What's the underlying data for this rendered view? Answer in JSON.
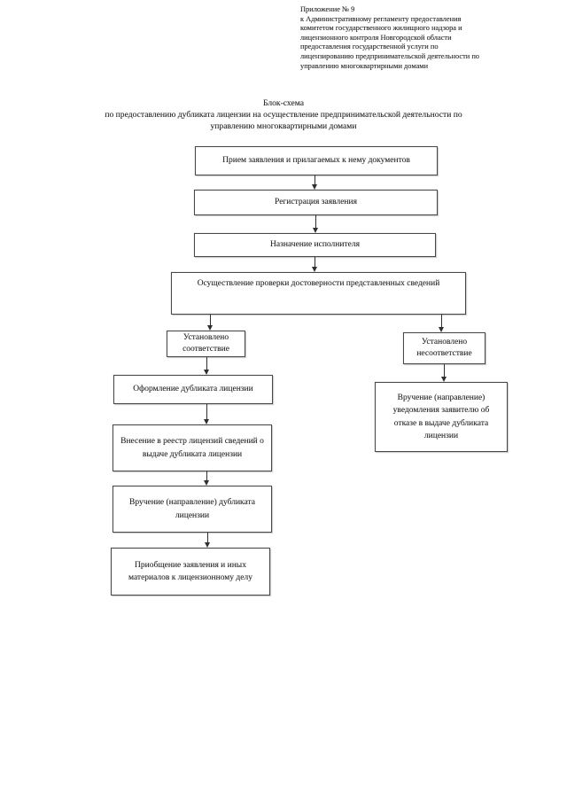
{
  "appendix": {
    "lines": [
      "Приложение № 9",
      "к Административному регламенту предоставления",
      "комитетом государственного жилищного надзора и",
      "лицензионного контроля Новгородской области",
      "предоставления государственной услуги по",
      "лицензированию предпринимательской деятельности по",
      "управлению многоквартирными домами"
    ]
  },
  "title": {
    "main": "Блок-схема",
    "subtitle_line1": "по предоставлению дубликата лицензии на осуществление предпринимательской деятельности по",
    "subtitle_line2": "управлению многоквартирными домами"
  },
  "flowchart": {
    "nodes": {
      "receive": "Прием заявления и прилагаемых к нему документов",
      "register": "Регистрация заявления",
      "assign": "Назначение исполнителя",
      "verify": "Осуществление проверки достоверности представленных сведений",
      "match": "Установлено соответствие",
      "mismatch": "Установлено несоответствие",
      "duplicate": "Оформление дубликата лицензии",
      "refuse": "Вручение (направление) уведомления заявителю об отказе в выдаче дубликата лицензии",
      "registry": "Внесение в реестр лицензий сведений о выдаче дубликата лицензии",
      "deliver": "Вручение (направление) дубликата лицензии",
      "attach": "Приобщение заявления и иных материалов к лицензионному делу"
    }
  },
  "colors": {
    "page_background": "#ffffff",
    "text": "#262626",
    "box_border": "#474747"
  }
}
